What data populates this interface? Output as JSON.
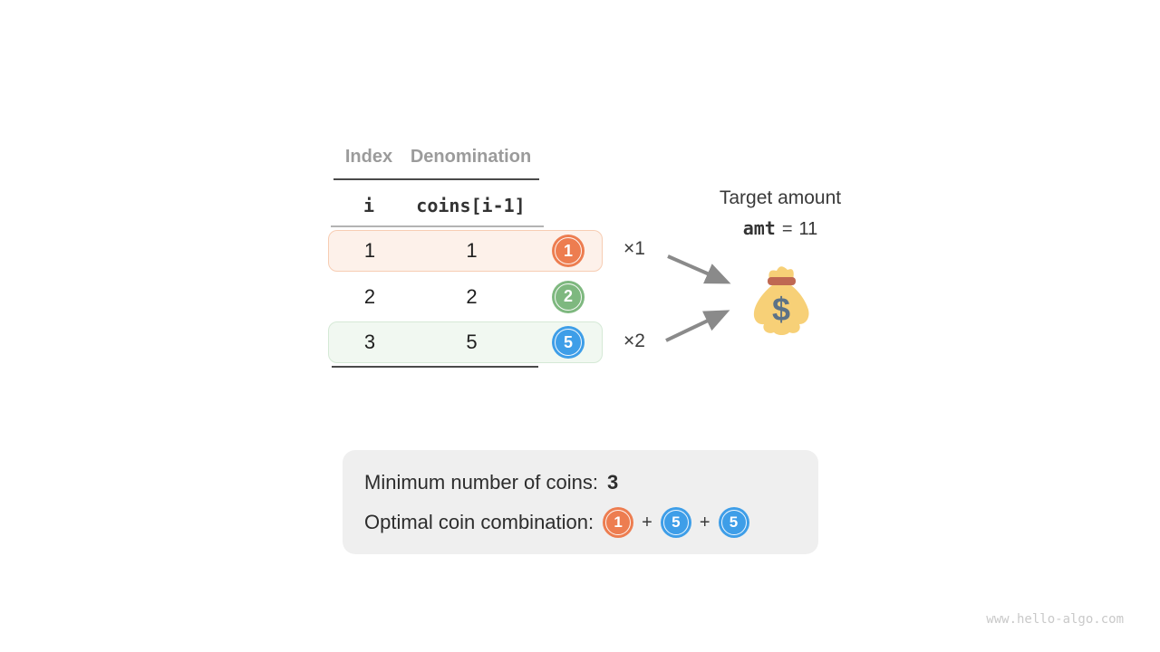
{
  "table": {
    "header": {
      "index": "Index",
      "denomination": "Denomination"
    },
    "code_header": {
      "index": "i",
      "denomination": "coins[i-1]"
    },
    "rows": [
      {
        "index": "1",
        "denomination": "1",
        "coin": {
          "value": "1",
          "color": "#ed7d50"
        },
        "highlight": "orange",
        "multiplier": "×1"
      },
      {
        "index": "2",
        "denomination": "2",
        "coin": {
          "value": "2",
          "color": "#7eb87f"
        },
        "highlight": "none",
        "multiplier": ""
      },
      {
        "index": "3",
        "denomination": "5",
        "coin": {
          "value": "5",
          "color": "#3e9ee8"
        },
        "highlight": "green",
        "multiplier": "×2"
      }
    ]
  },
  "target": {
    "label": "Target amount",
    "var": "amt",
    "eq": "=",
    "value": "11"
  },
  "summary": {
    "min_label": "Minimum number of coins:",
    "min_value": "3",
    "combo_label": "Optimal coin combination:",
    "plus": "+",
    "combination": [
      {
        "value": "1",
        "color": "#ed7d50"
      },
      {
        "value": "5",
        "color": "#3e9ee8"
      },
      {
        "value": "5",
        "color": "#3e9ee8"
      }
    ]
  },
  "watermark": "www.hello-algo.com",
  "icons": {
    "money_bag": "money-bag-icon",
    "arrow": "arrow-icon"
  },
  "colors": {
    "coin_orange": "#ed7d50",
    "coin_green": "#7eb87f",
    "coin_blue": "#3e9ee8",
    "row_highlight_orange_bg": "#fdf1ea",
    "row_highlight_orange_border": "#f7cdb3",
    "row_highlight_green_bg": "#f1f8f1",
    "row_highlight_green_border": "#d5e9d6",
    "rule_dark": "#4a4a4a",
    "rule_light": "#b3b3b3",
    "header_gray": "#9b9b9b",
    "arrow_gray": "#8a8a8a",
    "summary_bg": "#efefef",
    "bag_body": "#f7d077",
    "bag_band": "#bf6852",
    "bag_dollar": "#5c7287",
    "watermark_gray": "#c9c9c9"
  }
}
